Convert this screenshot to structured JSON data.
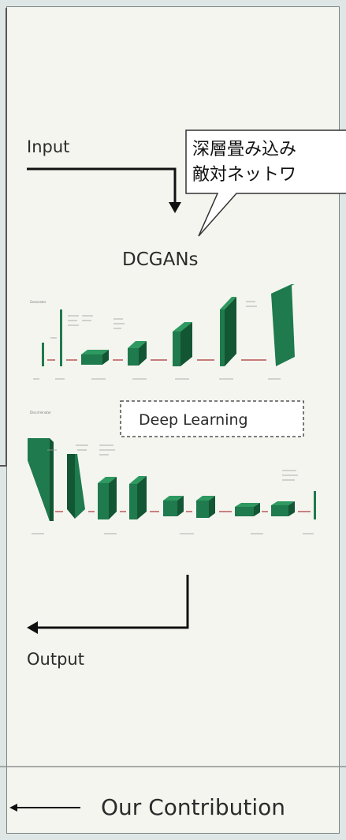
{
  "diagram": {
    "input_label": "Input",
    "output_label": "Output",
    "model_title": "DCGANs",
    "generator_label": "Generator",
    "discriminator_label": "Discriminator",
    "deep_learning_label": "Deep Learning",
    "callout_line1": "深層畳み込み",
    "callout_line2": "敵対ネットワ",
    "contribution_label": "Our Contribution",
    "block_color": "#1f7a4d",
    "block_dark": "#135633",
    "block_light": "#2e9960"
  }
}
